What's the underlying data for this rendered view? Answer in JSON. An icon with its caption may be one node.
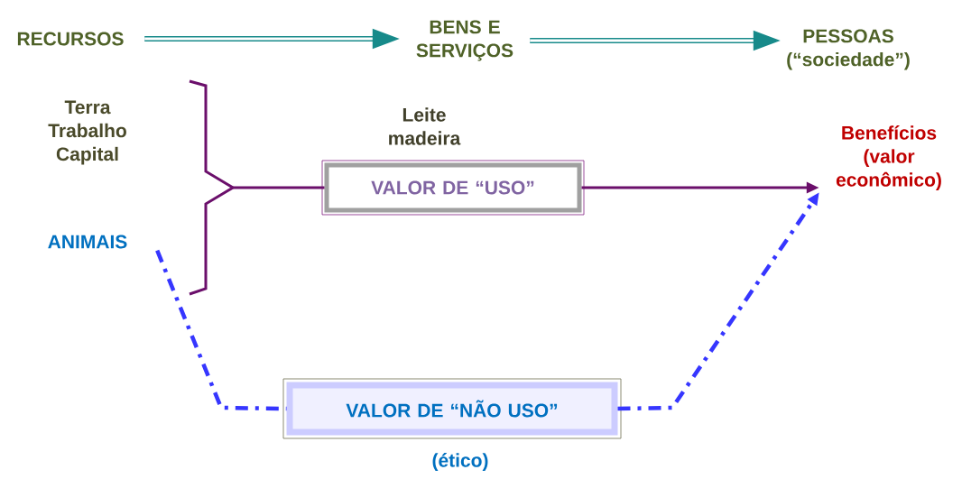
{
  "diagram": {
    "nodes": [
      {
        "text": [
          "RECURSOS"
        ]
      },
      {
        "text": [
          "BENS E SERVIÇOS"
        ]
      },
      {
        "text": [
          "PESSOAS (“sociedade”)"
        ]
      },
      {
        "text": [
          "Terra Trabalho Capital"
        ]
      },
      {
        "text": [
          "ANIMAIS"
        ]
      },
      {
        "text": [
          "VALOR DE “USO”"
        ],
        "beside": [
          "Leite madeira"
        ]
      },
      {
        "text": [
          "Benefícios (valor econômico)"
        ]
      },
      {
        "text": [
          "VALOR DE “NÃO USO”"
        ],
        "beside": [
          "(ético)"
        ]
      },
      {
        "text": [],
        "shape": "bracket"
      }
    ],
    "edges": [
      {
        "from": 0,
        "to": 1,
        "arrow": "to",
        "color": "#178a8a"
      },
      {
        "from": 1,
        "to": 2,
        "arrow": "to",
        "color": "#178a8a"
      },
      {
        "from": 8,
        "to": 5,
        "arrow": "none",
        "color": "#6b0f6b"
      },
      {
        "from": 5,
        "to": 6,
        "arrow": "to",
        "color": "#6b0f6b"
      },
      {
        "from": 4,
        "to": 7,
        "arrow": "none",
        "style": "dashed",
        "color": "#3636ff"
      },
      {
        "from": 7,
        "to": 6,
        "arrow": "to",
        "style": "dashed",
        "color": "#3636ff"
      }
    ]
  }
}
